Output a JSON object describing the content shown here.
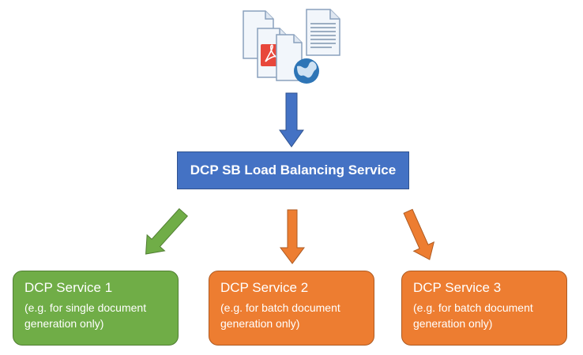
{
  "load_balancer": {
    "label": "DCP SB Load Balancing Service"
  },
  "services": [
    {
      "title": "DCP Service 1",
      "line1": "(e.g. for single document",
      "line2": "generation only)"
    },
    {
      "title": "DCP Service 2",
      "line1": "(e.g. for batch document",
      "line2": "generation only)"
    },
    {
      "title": "DCP Service 3",
      "line1": "(e.g. for batch document",
      "line2": "generation only)"
    }
  ],
  "colors": {
    "blue": "#4472c4",
    "green": "#70ad47",
    "orange": "#ed7d31",
    "pdf_red": "#e8473b",
    "globe_blue": "#2e75b6"
  },
  "icons": [
    "document-icon",
    "text-document-icon",
    "pdf-document-icon",
    "globe-icon"
  ]
}
